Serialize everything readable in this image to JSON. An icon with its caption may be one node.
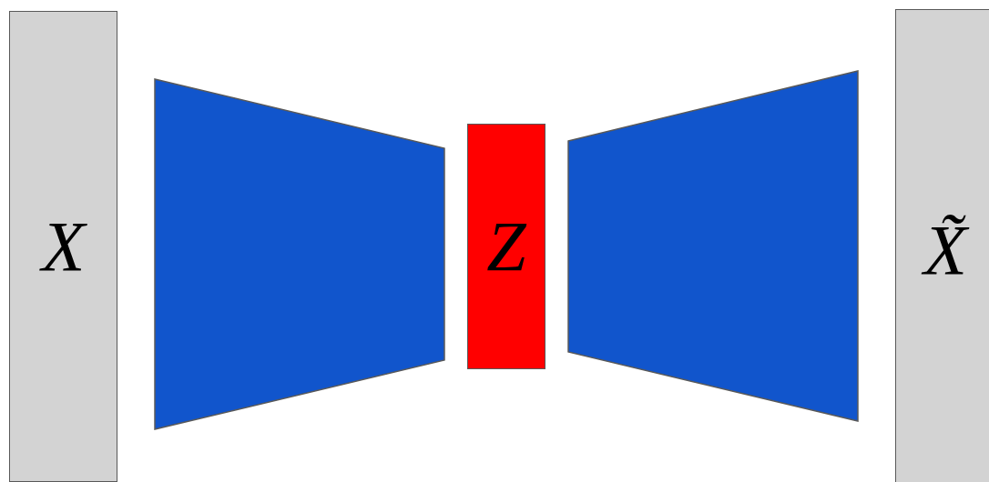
{
  "diagram": {
    "nodes": [
      {
        "text": [
          "X"
        ]
      },
      {
        "text": [],
        "shape": "trapezoid"
      },
      {
        "text": [
          "Z"
        ]
      },
      {
        "text": [],
        "shape": "trapezoid"
      },
      {
        "text": [
          "X̃"
        ]
      }
    ]
  }
}
